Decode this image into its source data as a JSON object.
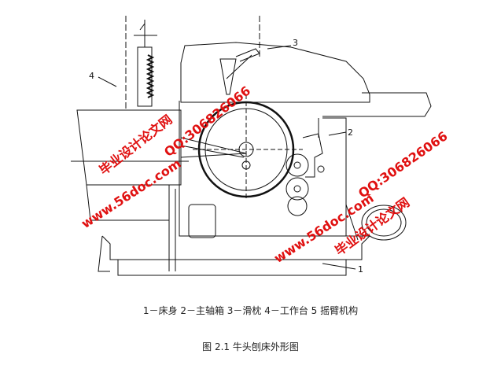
{
  "diagram": {
    "part_labels": [
      "1",
      "2",
      "3",
      "4"
    ],
    "legend": "1－床身  2－主轴箱  3－滑枕  4－工作台  5 摇臂机构",
    "figure_title": "图 2.1   牛头刨床外形图",
    "watermarks": [
      {
        "text": "毕业设计论文网",
        "color": "#e01010"
      },
      {
        "text": "www.56doc.com",
        "color": "#e01010"
      },
      {
        "text": "QQ:306826066",
        "color": "#e01010"
      },
      {
        "text": "www.56doc.com",
        "color": "#e01010"
      },
      {
        "text": "QQ:306826066",
        "color": "#e01010"
      },
      {
        "text": "毕业设计论文网",
        "color": "#e01010"
      }
    ]
  }
}
